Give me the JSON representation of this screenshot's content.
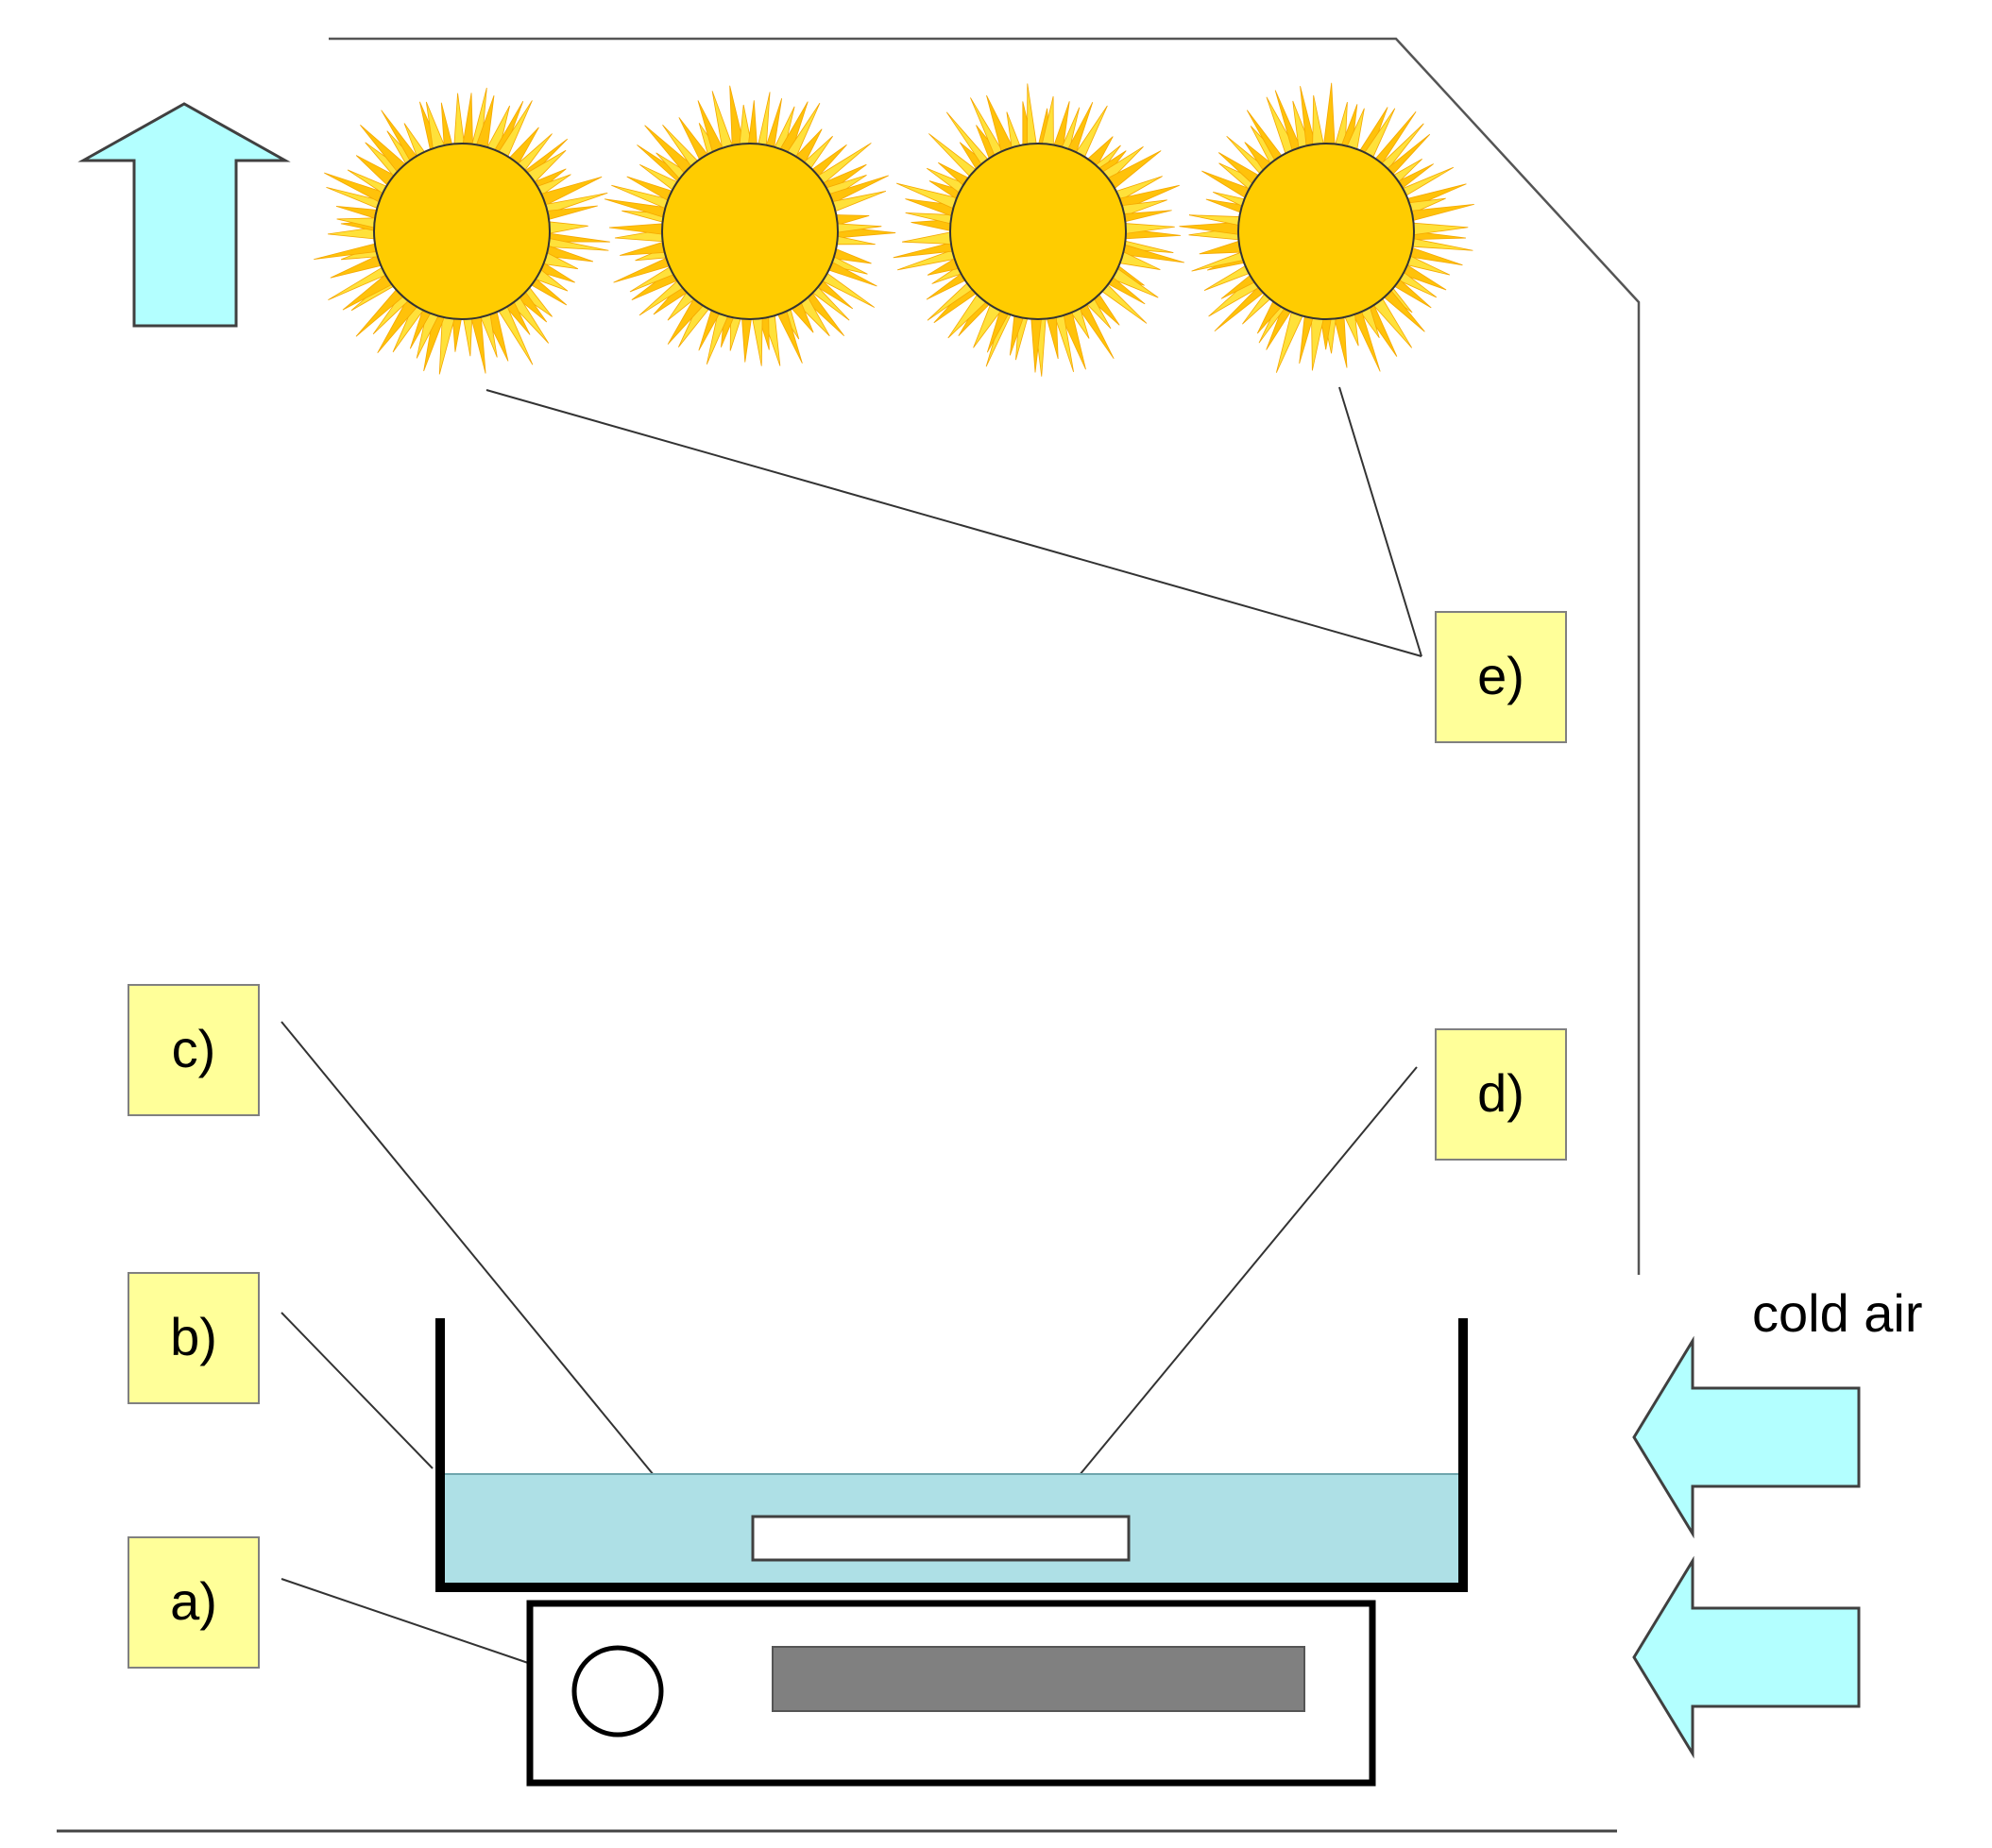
{
  "labels": {
    "a": "a)",
    "b": "b)",
    "c": "c)",
    "d": "d)",
    "e": "e)"
  },
  "airflow": {
    "caption": "cold air"
  },
  "colors": {
    "label_fill": "#ffff99",
    "label_border": "#808080",
    "arrow_fill": "#b3ffff",
    "water": "#aee0e6",
    "sun_core": "#ffcc00",
    "sun_rays": "#ffd700",
    "heater_bar": "#808080"
  },
  "icons": {
    "lamp": "sun-icon",
    "arrow_up": "arrow-up-icon",
    "arrow_left": "arrow-left-icon"
  }
}
